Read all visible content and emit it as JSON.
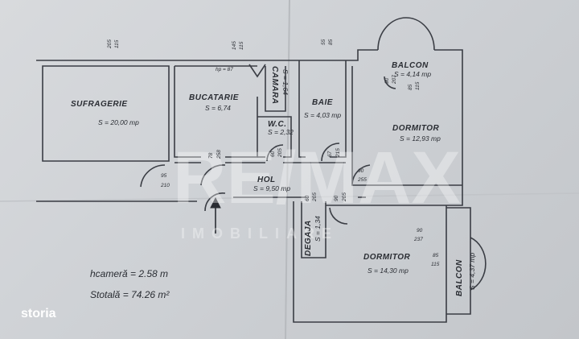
{
  "rooms": {
    "sufragerie": {
      "name": "SUFRAGERIE",
      "area": "S = 20,00 mp"
    },
    "bucatarie": {
      "name": "BUCATARIE",
      "area": "S = 6,74"
    },
    "camara": {
      "name": "CAMARA",
      "area": "S = 1,64"
    },
    "baie": {
      "name": "BAIE",
      "area": "S = 4,03 mp"
    },
    "wc": {
      "name": "W.C.",
      "area": "S = 2,32"
    },
    "hol": {
      "name": "HOL",
      "area": "S = 9,50 mp"
    },
    "dormitor1": {
      "name": "DORMITOR",
      "area": "S = 12,93 mp"
    },
    "dormitor2": {
      "name": "DORMITOR",
      "area": "S = 14,30 mp"
    },
    "balcon1": {
      "name": "BALCON",
      "area": "S = 4,14 mp"
    },
    "balcon2": {
      "name": "BALCON",
      "area": "S = 4,37 mp"
    },
    "degaja": {
      "name": "DEGAJA",
      "area": "S = 1,34"
    }
  },
  "dims": {
    "d_205_115": [
      "205",
      "115"
    ],
    "d_145_115": [
      "145",
      "115"
    ],
    "d_55_85": [
      "55",
      "85"
    ],
    "hp": "hp = 87",
    "d_95_210": [
      "95",
      "210"
    ],
    "d_78_258": [
      "78",
      "258"
    ],
    "d_60_205": [
      "60",
      "205"
    ],
    "d_67_215": [
      "67",
      "215"
    ],
    "d_90_255": [
      "90",
      "255"
    ],
    "d_60_205b": [
      "60",
      "205"
    ],
    "d_90_205": [
      "90",
      "205"
    ],
    "d_90_237": [
      "90",
      "237"
    ],
    "d_85_115": [
      "85",
      "115"
    ],
    "d_90_207": [
      "90",
      "207"
    ],
    "d_85_115b": [
      "85",
      "115"
    ]
  },
  "notes": {
    "h_camera": "hcameră = 2.58 m",
    "s_totala": "Stotală = 74.26 m²"
  },
  "watermark": {
    "logo": "RE/MAX",
    "sub": "IMOBILIARE"
  },
  "brand": "storia"
}
